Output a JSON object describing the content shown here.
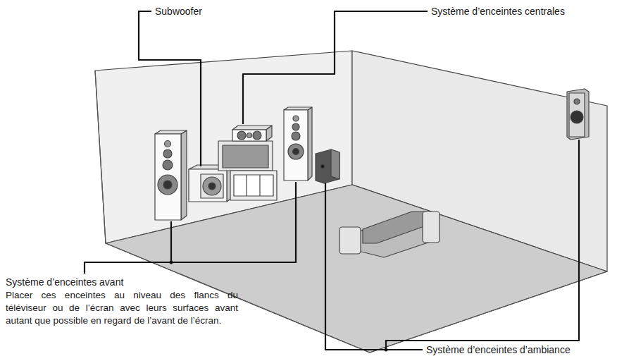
{
  "diagram": {
    "labels": [
      "Subwoofer",
      "Système d’enceintes centrales",
      "Système d’enceintes avant",
      "Placer ces enceintes au niveau des flancs du téléviseur ou de l’écran avec leurs surfaces avant autant que possible en regard de l’avant de l’écran.",
      "Système d’enceintes d’ambiance"
    ]
  }
}
